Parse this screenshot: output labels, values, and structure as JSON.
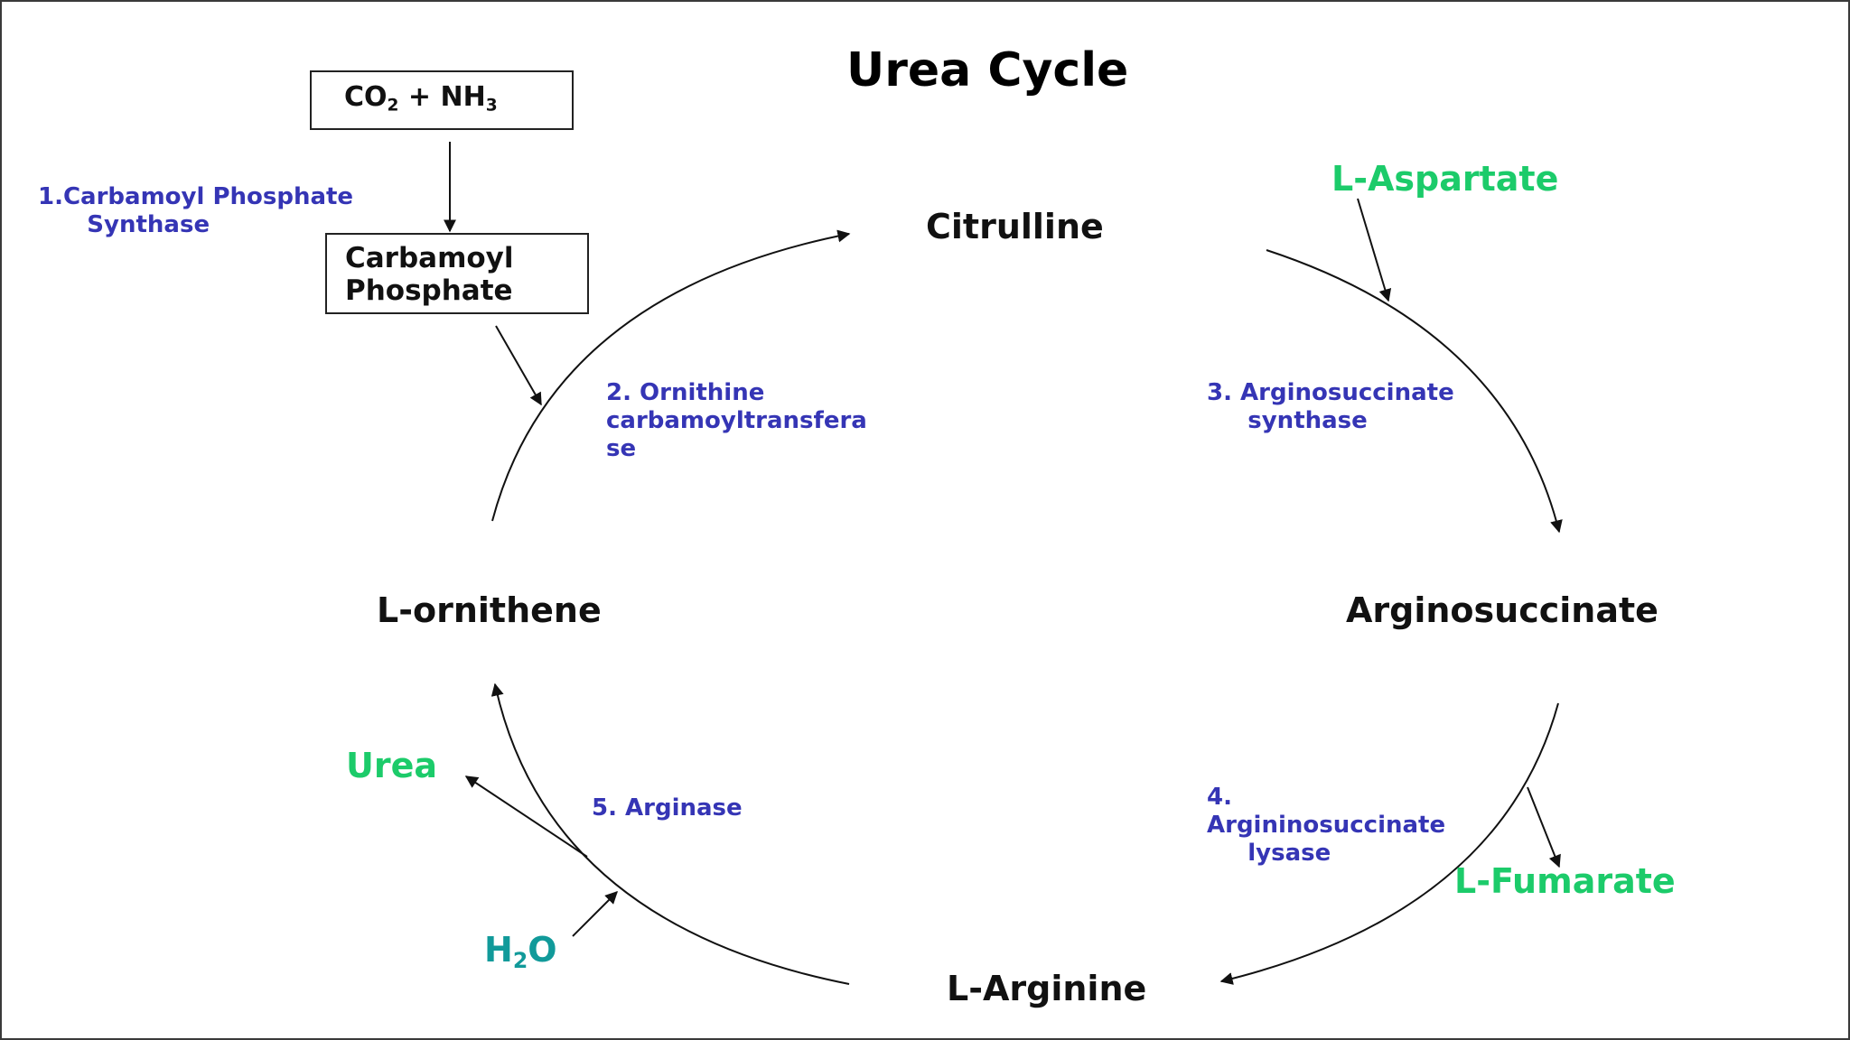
{
  "title": "Urea Cycle",
  "inputs": {
    "co2": "CO",
    "co2_sub": "2",
    "plus": " + ",
    "nh3": "NH",
    "nh3_sub": "3"
  },
  "carbamoyl_phosphate": "Carbamoyl\nPhosphate",
  "compounds": {
    "citrulline": "Citrulline",
    "arginosuccinate": "Arginosuccinate",
    "l_arginine": "L-Arginine",
    "l_ornithene": "L-ornithene"
  },
  "enzymes": {
    "e1": "1.Carbamoyl Phosphate\n      Synthase",
    "e2": "2. Ornithine\ncarbamoyltransfera\nse",
    "e3": "3. Arginosuccinate\n     synthase",
    "e4": "4.\nArgininosuccinate\n     lysase",
    "e5": "5. Arginase"
  },
  "side_products": {
    "l_aspartate": "L-Aspartate",
    "l_fumarate": "L-Fumarate",
    "urea": "Urea",
    "water": "H",
    "water_sub": "2",
    "water_o": "O"
  },
  "colors": {
    "enzyme": "#3535b5",
    "side_product": "#1ccb6a",
    "water": "#119a9a"
  }
}
